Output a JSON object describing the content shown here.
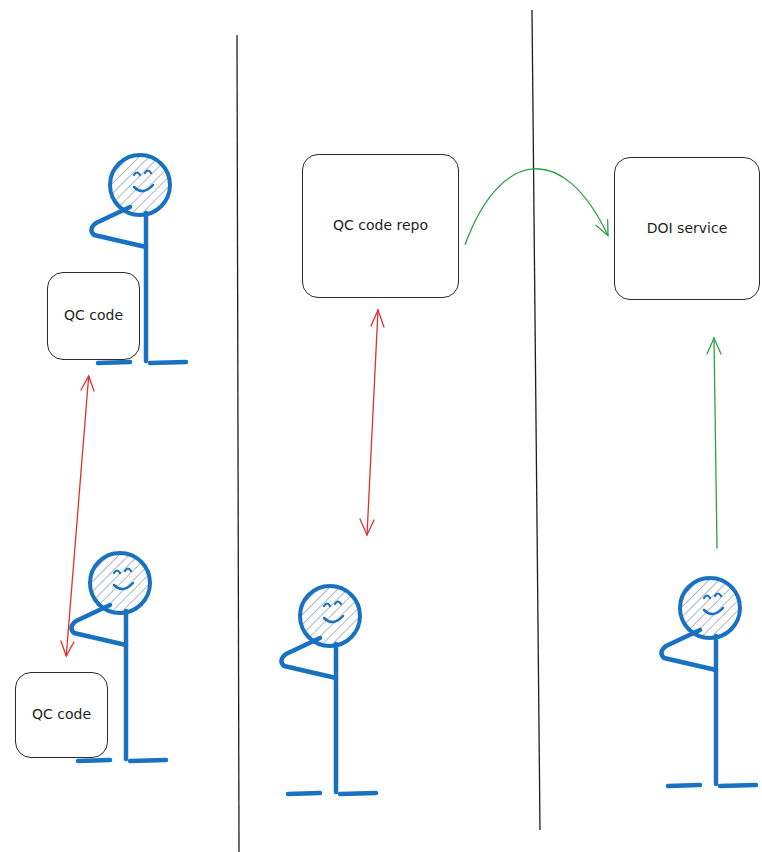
{
  "diagram": {
    "nodes": [
      {
        "text": [
          "QC code"
        ]
      },
      {
        "text": [
          "QC code"
        ]
      },
      {
        "text": [
          "QC code repo"
        ]
      },
      {
        "text": [
          "DOI service"
        ]
      }
    ],
    "edges": [
      {
        "from": 0,
        "to": 1,
        "arrow": "both"
      },
      {
        "from": 2,
        "to": 3,
        "arrow": "to"
      }
    ]
  }
}
